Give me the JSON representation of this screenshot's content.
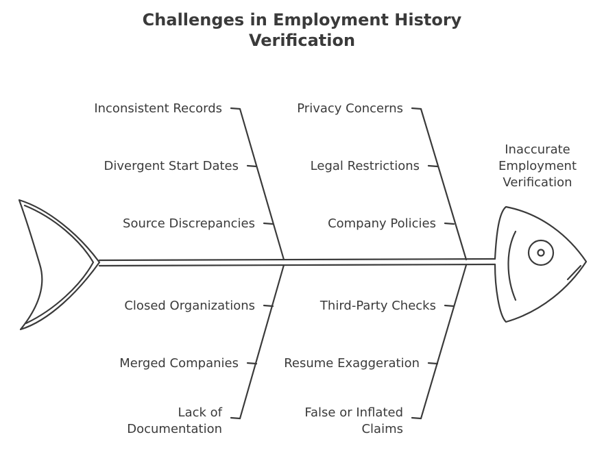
{
  "title_lines": [
    "Challenges in Employment History",
    "Verification"
  ],
  "head_label_lines": [
    "Inaccurate",
    "Employment",
    "Verification"
  ],
  "causes_top_left": [
    "Inconsistent Records",
    "Divergent Start Dates",
    "Source Discrepancies"
  ],
  "causes_top_right": [
    "Privacy Concerns",
    "Legal Restrictions",
    "Company Policies"
  ],
  "causes_bottom_left": [
    "Closed Organizations",
    "Merged Companies"
  ],
  "cause_bottom_left_last_lines": [
    "Lack of",
    "Documentation"
  ],
  "causes_bottom_right": [
    "Third-Party Checks",
    "Resume Exaggeration"
  ],
  "cause_bottom_right_last_lines": [
    "False or Inflated",
    "Claims"
  ],
  "colors": {
    "stroke": "#3a3a3a",
    "text": "#3a3a3a",
    "background": "#ffffff"
  }
}
